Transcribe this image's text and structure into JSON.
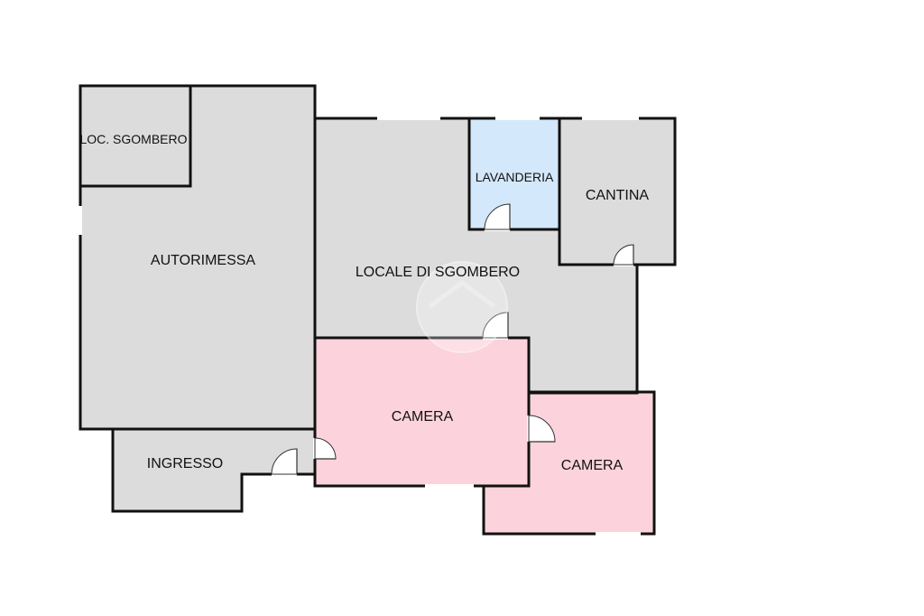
{
  "colors": {
    "grey_room": "#dcdcdc",
    "camera": "#fcd3dc",
    "lavanderia": "#d4e8fb",
    "wall": "#111111",
    "watermark": "#ffffff"
  },
  "rooms": {
    "loc_sgombero": "LOC. SGOMBERO",
    "autorimessa": "AUTORIMESSA",
    "ingresso": "INGRESSO",
    "locale_di_sgombero": "LOCALE DI SGOMBERO",
    "lavanderia": "LAVANDERIA",
    "cantina": "CANTINA",
    "camera_1": "CAMERA",
    "camera_2": "CAMERA"
  },
  "watermark": {
    "icon": "house-logo-icon"
  }
}
